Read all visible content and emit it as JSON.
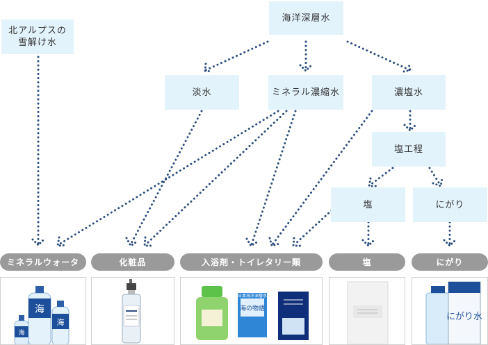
{
  "nodes": {
    "deep_sea_water": "海洋深層水",
    "alps_snowmelt_line1": "北アルプスの",
    "alps_snowmelt_line2": "雪解け水",
    "fresh_water": "淡水",
    "mineral_concentrate": "ミネラル濃縮水",
    "concentrated_brine": "濃塩水",
    "salt_process": "塩工程",
    "salt": "塩",
    "nigari": "にがり"
  },
  "categories": {
    "mineral_water": "ミネラルウォータ",
    "cosmetics": "化粧品",
    "bath_toiletry": "入浴剤・トイレタリー類",
    "salt": "塩",
    "nigari": "にがり"
  },
  "colors": {
    "node_bg": "#e3f3fc",
    "category_bg": "#9a9a9a",
    "arrow_dots": "#2c4e7e"
  },
  "products": {
    "bottle_label_1": "海",
    "bottle_label_2": "海",
    "bottle_label_3": "海",
    "bath_box_label": "海の物語",
    "bath_box_top": "日本海洋深層水",
    "nigari_box_label": "にがり水"
  }
}
